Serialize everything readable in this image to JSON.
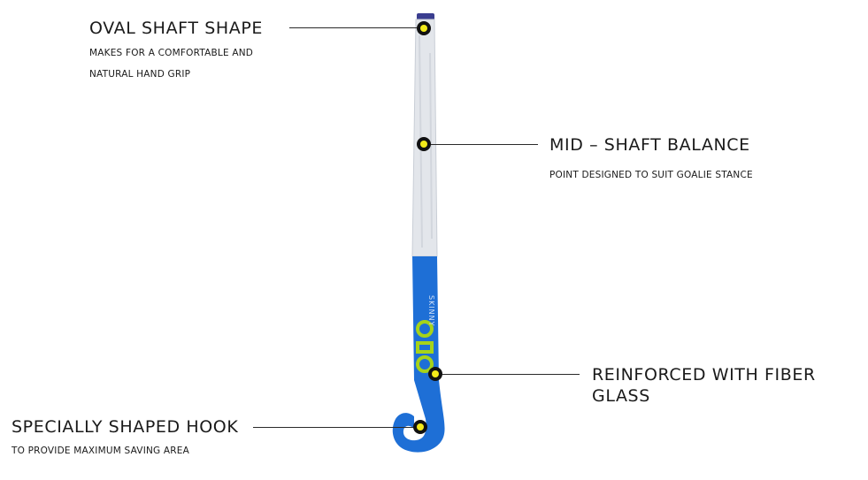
{
  "callouts": {
    "oval_shaft": {
      "title": "OVAL SHAFT SHAPE",
      "sub1": "MAKES FOR A COMFORTABLE AND",
      "sub2": "NATURAL HAND GRIP"
    },
    "mid_shaft": {
      "title": "MID – SHAFT BALANCE",
      "sub1": "POINT DESIGNED TO SUIT GOALIE STANCE"
    },
    "reinforced": {
      "title1": "REINFORCED WITH FIBER",
      "title2": "GLASS"
    },
    "hook": {
      "title": "SPECIALLY SHAPED HOOK",
      "sub1": "TO PROVIDE MAXIMUM SAVING AREA"
    }
  },
  "stick": {
    "model_label": "SKINNY",
    "brand_logo": "OBO",
    "head_color": "#1e6fd6",
    "grip_color": "#e4e7ec",
    "logo_color": "#a6d31a",
    "dot_color": "#f2ea1a"
  }
}
